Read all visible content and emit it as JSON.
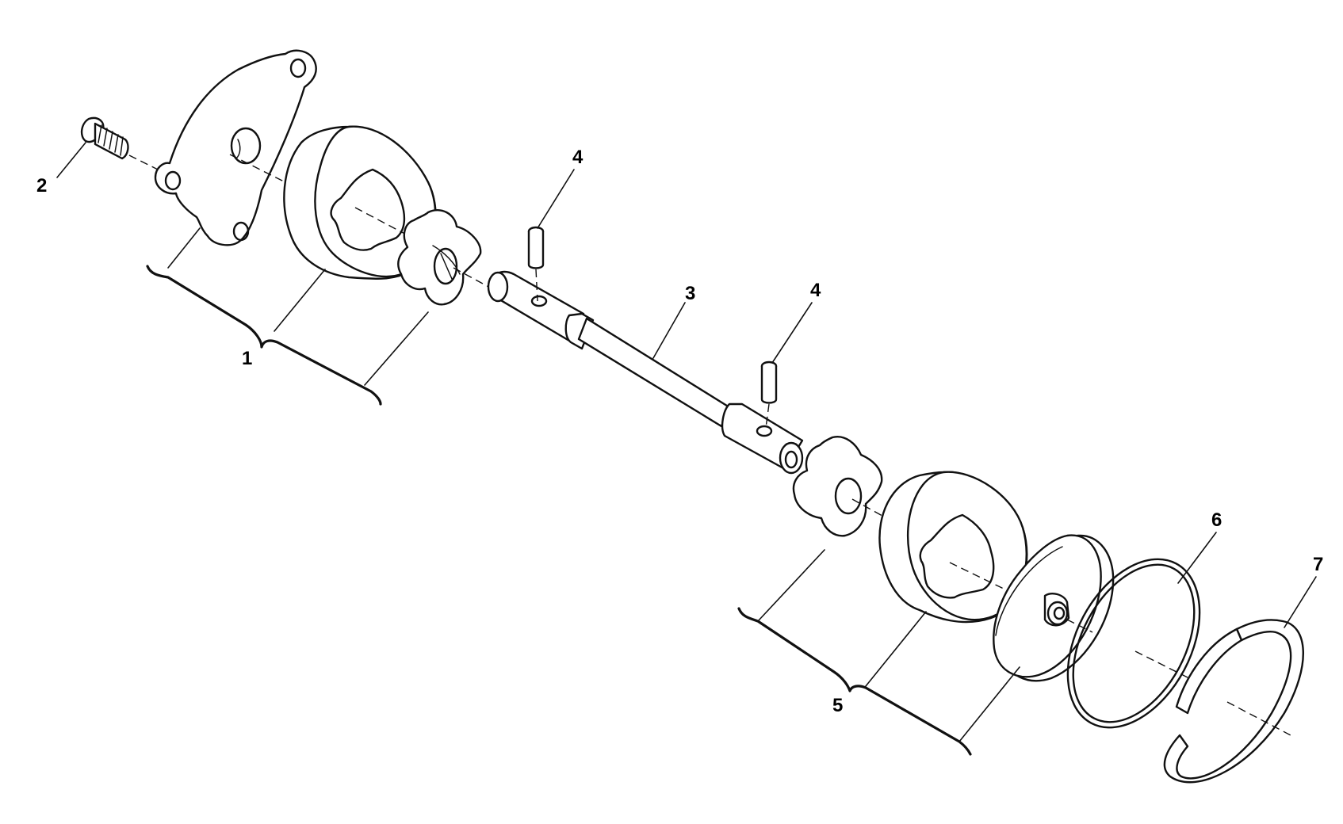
{
  "callouts": {
    "c1": "1",
    "c2": "2",
    "c3": "3",
    "c4a": "4",
    "c4b": "4",
    "c5": "5",
    "c6": "6",
    "c7": "7"
  },
  "colors": {
    "ink": "#111111",
    "background": "#ffffff"
  }
}
